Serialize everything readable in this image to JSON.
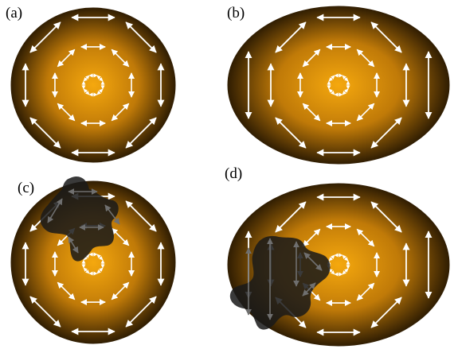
{
  "colors": {
    "disk_center": "#f5a80e",
    "disk_mid": "#c07a08",
    "disk_edge": "#2e1c02",
    "arrow": "#ffffff",
    "arrow_dashed": "#ffffff",
    "defect_fill": "#1a1a1a",
    "defect_arrow": "#6f6f6f",
    "background": "#ffffff"
  },
  "panels": [
    {
      "id": "a",
      "label": "(a)",
      "shape": "circle",
      "defect": false
    },
    {
      "id": "b",
      "label": "(b)",
      "shape": "ellipse",
      "defect": false
    },
    {
      "id": "c",
      "label": "(c)",
      "shape": "circle",
      "defect": true
    },
    {
      "id": "d",
      "label": "(d)",
      "shape": "ellipse",
      "defect": true
    }
  ]
}
